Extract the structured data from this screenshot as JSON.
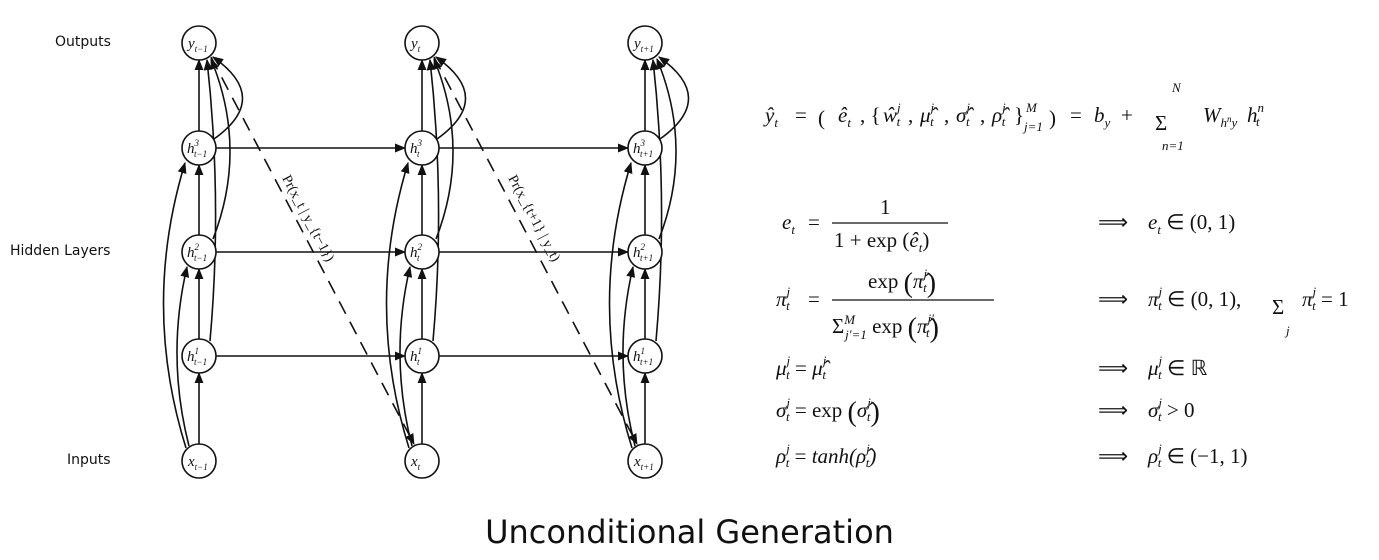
{
  "row_labels": {
    "outputs": "Outputs",
    "hidden": "Hidden Layers",
    "inputs": "Inputs"
  },
  "caption": "Unconditional Generation",
  "nodes": {
    "y": [
      "y",
      "y",
      "y"
    ],
    "h": [
      "h",
      "h",
      "h"
    ],
    "x": [
      "x",
      "x",
      "x"
    ],
    "time_subscripts": [
      "t−1",
      "t",
      "t+1"
    ],
    "layer_superscripts": [
      "1",
      "2",
      "3"
    ]
  },
  "prob_labels": [
    "Pr(x_t | y_{t−1})",
    "Pr(x_{t+1} | y_t)"
  ],
  "equations": {
    "output": "ŷ_t = (ê_t, {ŵ_t^j, μ̂_t^j, σ̂_t^j, ρ̂_t^j}_{j=1}^M) = b_y + Σ_{n=1}^N W_{h^n y} h_t^n",
    "e": [
      "e_t = 1 / (1 + exp(ê_t))",
      "⟹ e_t ∈ (0,1)"
    ],
    "pi": [
      "π_t^j = exp(π̂_t^j) / Σ_{j'=1}^M exp(π̂_t^{j'})",
      "⟹ π_t^j ∈ (0,1),  Σ_j π_t^j = 1"
    ],
    "mu": [
      "μ_t^j = μ̂_t^j",
      "⟹ μ_t^j ∈ ℝ"
    ],
    "sigma": [
      "σ_t^j = exp(σ̂_t^j)",
      "⟹ σ_t^j > 0"
    ],
    "rho": [
      "ρ_t^j = tanh(ρ̂_t^j)",
      "⟹ ρ_t^j ∈ (−1,1)"
    ]
  }
}
